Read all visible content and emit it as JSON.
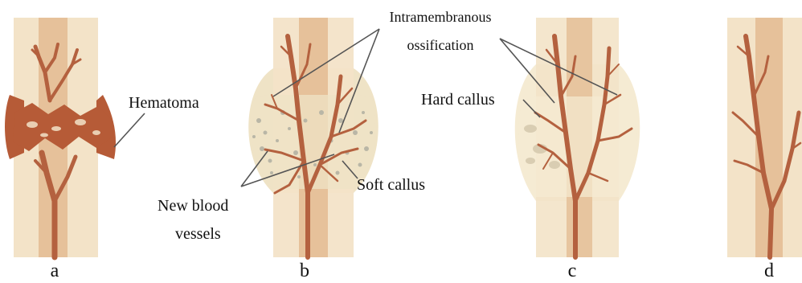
{
  "panels": [
    {
      "caption": "a"
    },
    {
      "caption": "b"
    },
    {
      "caption": "c"
    },
    {
      "caption": "d"
    }
  ],
  "labels": {
    "hematoma": "Hematoma",
    "intramembranous_line1": "Intramembranous",
    "intramembranous_line2": "ossification",
    "hard_callus": "Hard callus",
    "soft_callus": "Soft callus",
    "new_blood_line1": "New blood",
    "new_blood_line2": "vessels"
  },
  "colors": {
    "bone_outer": "#f3e3c8",
    "bone_inner": "#e6c19a",
    "vessel": "#b4613f",
    "hematoma": "#b65b37",
    "callus_fill": "#efe3c6",
    "callus_speckle": "#b9b6a6",
    "leader": "#555555"
  }
}
